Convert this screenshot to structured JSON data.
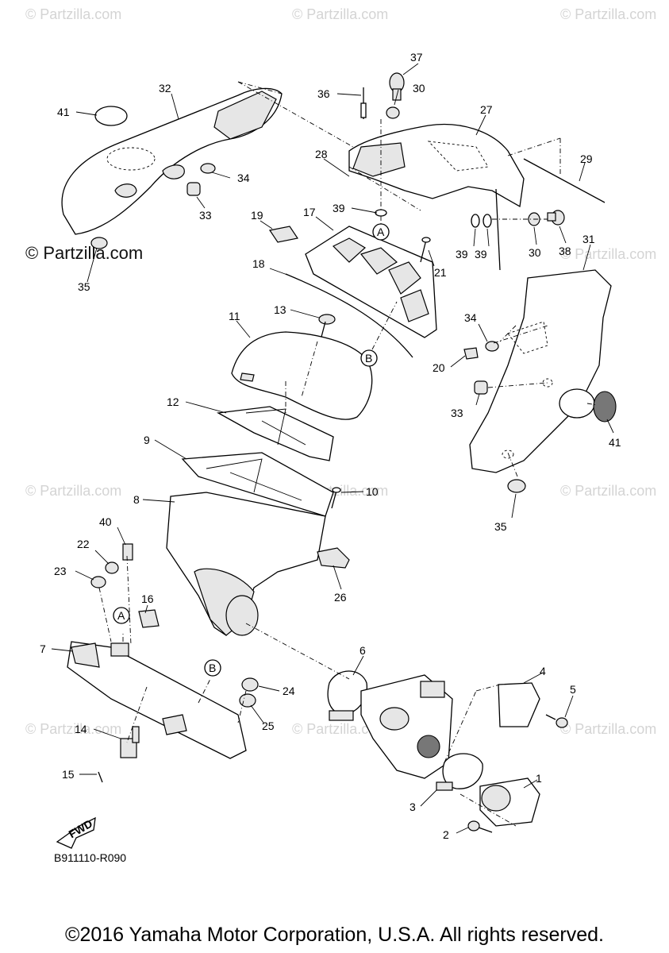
{
  "watermarks": {
    "top_left": "© Partzilla.com",
    "top_center": "© Partzilla.com",
    "top_right": "© Partzilla.com",
    "upper_left_dark": "© Partzilla.com",
    "upper_right": "© Partzilla.com",
    "mid_left": "© Partzilla.com",
    "mid_center": "© Partzilla.com",
    "mid_right": "© Partzilla.com",
    "low_left": "© Partzilla.com",
    "low_center": "© Partzilla.com",
    "low_right": "© Partzilla.com"
  },
  "callouts": {
    "c1": "1",
    "c2": "2",
    "c3": "3",
    "c4": "4",
    "c5": "5",
    "c6": "6",
    "c7": "7",
    "c8": "8",
    "c9": "9",
    "c10": "10",
    "c11": "11",
    "c12": "12",
    "c13": "13",
    "c14": "14",
    "c15": "15",
    "c16": "16",
    "c17": "17",
    "c18": "18",
    "c19": "19",
    "c20": "20",
    "c21": "21",
    "c22": "22",
    "c23": "23",
    "c24": "24",
    "c25": "25",
    "c26": "26",
    "c27": "27",
    "c28": "28",
    "c29": "29",
    "c30a": "30",
    "c30b": "30",
    "c31": "31",
    "c32": "32",
    "c33a": "33",
    "c33b": "33",
    "c34a": "34",
    "c34b": "34",
    "c35a": "35",
    "c35b": "35",
    "c36": "36",
    "c37": "37",
    "c38": "38",
    "c39a": "39",
    "c39b": "39",
    "c39c": "39",
    "c40": "40",
    "c41a": "41",
    "c41b": "41"
  },
  "connection_markers": {
    "a_top": "A",
    "b_top": "B",
    "a_bottom": "A",
    "b_bottom": "B"
  },
  "fwd_label": "FWD",
  "reference_code": "B911110-R090",
  "copyright": "©2016 Yamaha Motor Corporation, U.S.A. All rights reserved."
}
